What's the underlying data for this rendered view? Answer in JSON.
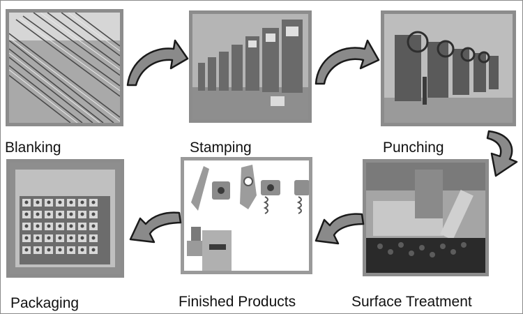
{
  "steps": [
    {
      "label": "Blanking",
      "image": "steel-rods-photo"
    },
    {
      "label": "Stamping",
      "image": "stamping-press-line-photo"
    },
    {
      "label": "Punching",
      "image": "punch-press-row-photo"
    },
    {
      "label": "Surface Treatment",
      "image": "surface-treatment-machine-photo"
    },
    {
      "label": "Finished Products",
      "image": "channel-nut-products-photo"
    },
    {
      "label": "Packaging",
      "image": "packed-nuts-box-photo"
    }
  ],
  "arrows": [
    "curved-arrow-icon",
    "curved-arrow-icon",
    "curved-arrow-icon",
    "curved-arrow-icon",
    "curved-arrow-icon"
  ],
  "colors": {
    "frame": "#8c8c8c",
    "arrow_fill": "#8a8a8a",
    "arrow_stroke": "#1a1a1a",
    "text": "#111111"
  }
}
